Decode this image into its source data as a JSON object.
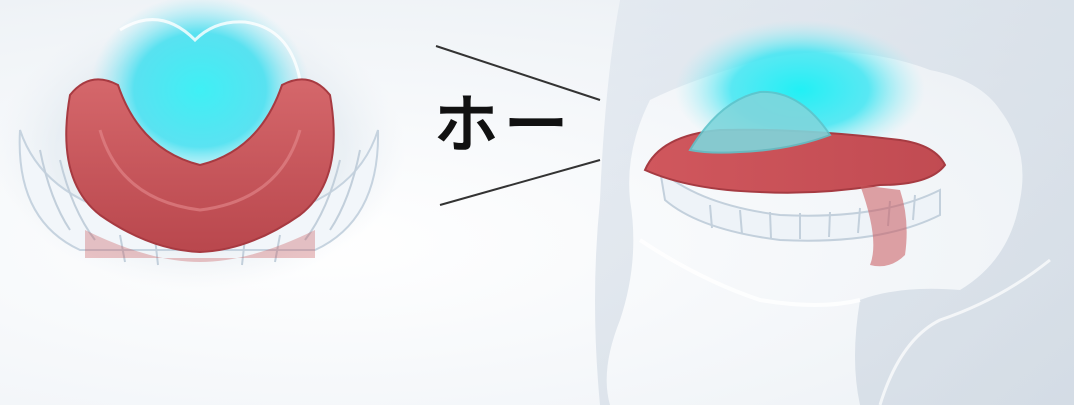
{
  "caption": {
    "text": "ホー"
  },
  "colors": {
    "tongue": "#c9585c",
    "highlight": "#2fe6f0",
    "background": "#f3f6f9",
    "tooth": "#eef3f8"
  },
  "icons": [
    "mouth-front-view-illustration",
    "mouth-side-view-illustration"
  ]
}
